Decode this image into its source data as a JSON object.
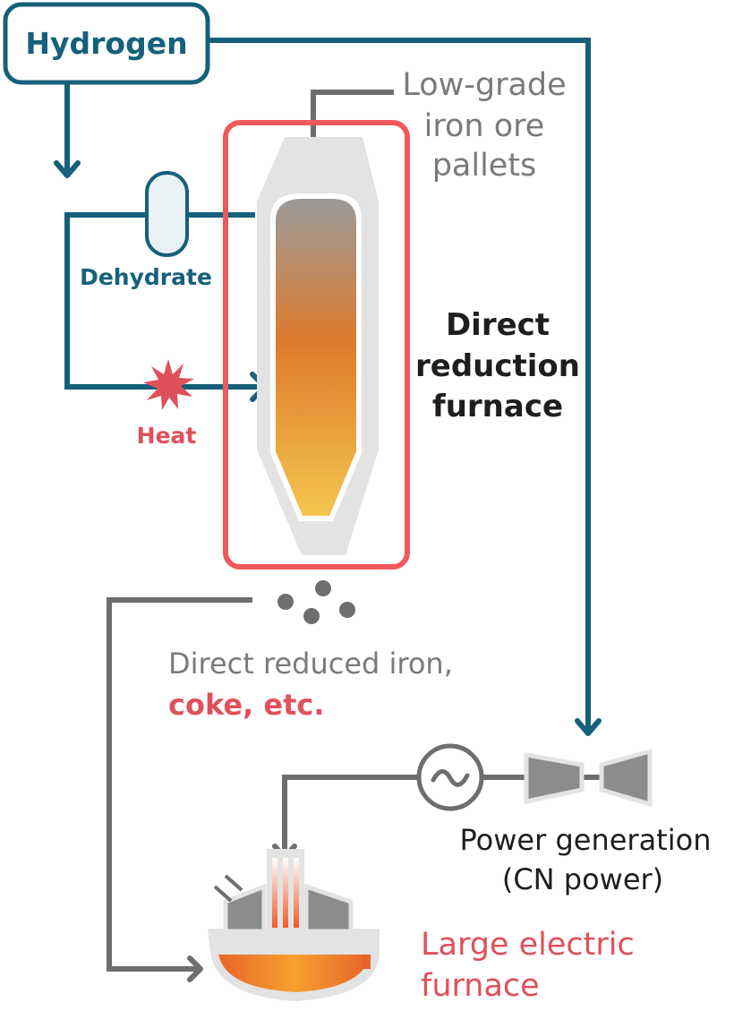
{
  "labels": {
    "hydrogen": "Hydrogen",
    "ore_line1": "Low-grade",
    "ore_line2": "iron ore",
    "ore_line3": "pallets",
    "dehydrate": "Dehydrate",
    "heat": "Heat",
    "furnace_line1": "Direct",
    "furnace_line2": "reduction",
    "furnace_line3": "furnace",
    "dri_line1": "Direct reduced iron,",
    "dri_line2": "coke, etc.",
    "power_line1": "Power generation",
    "power_line2": "(CN power)",
    "eaf_line1": "Large electric",
    "eaf_line2": "furnace"
  },
  "colors": {
    "teal": "#15607a",
    "gray_line": "#6e6e6e",
    "gray_text": "#7a7a7a",
    "red_accent": "#e0505a",
    "furnace_outline": "#f0595c",
    "black_text": "#1e1e1e"
  }
}
